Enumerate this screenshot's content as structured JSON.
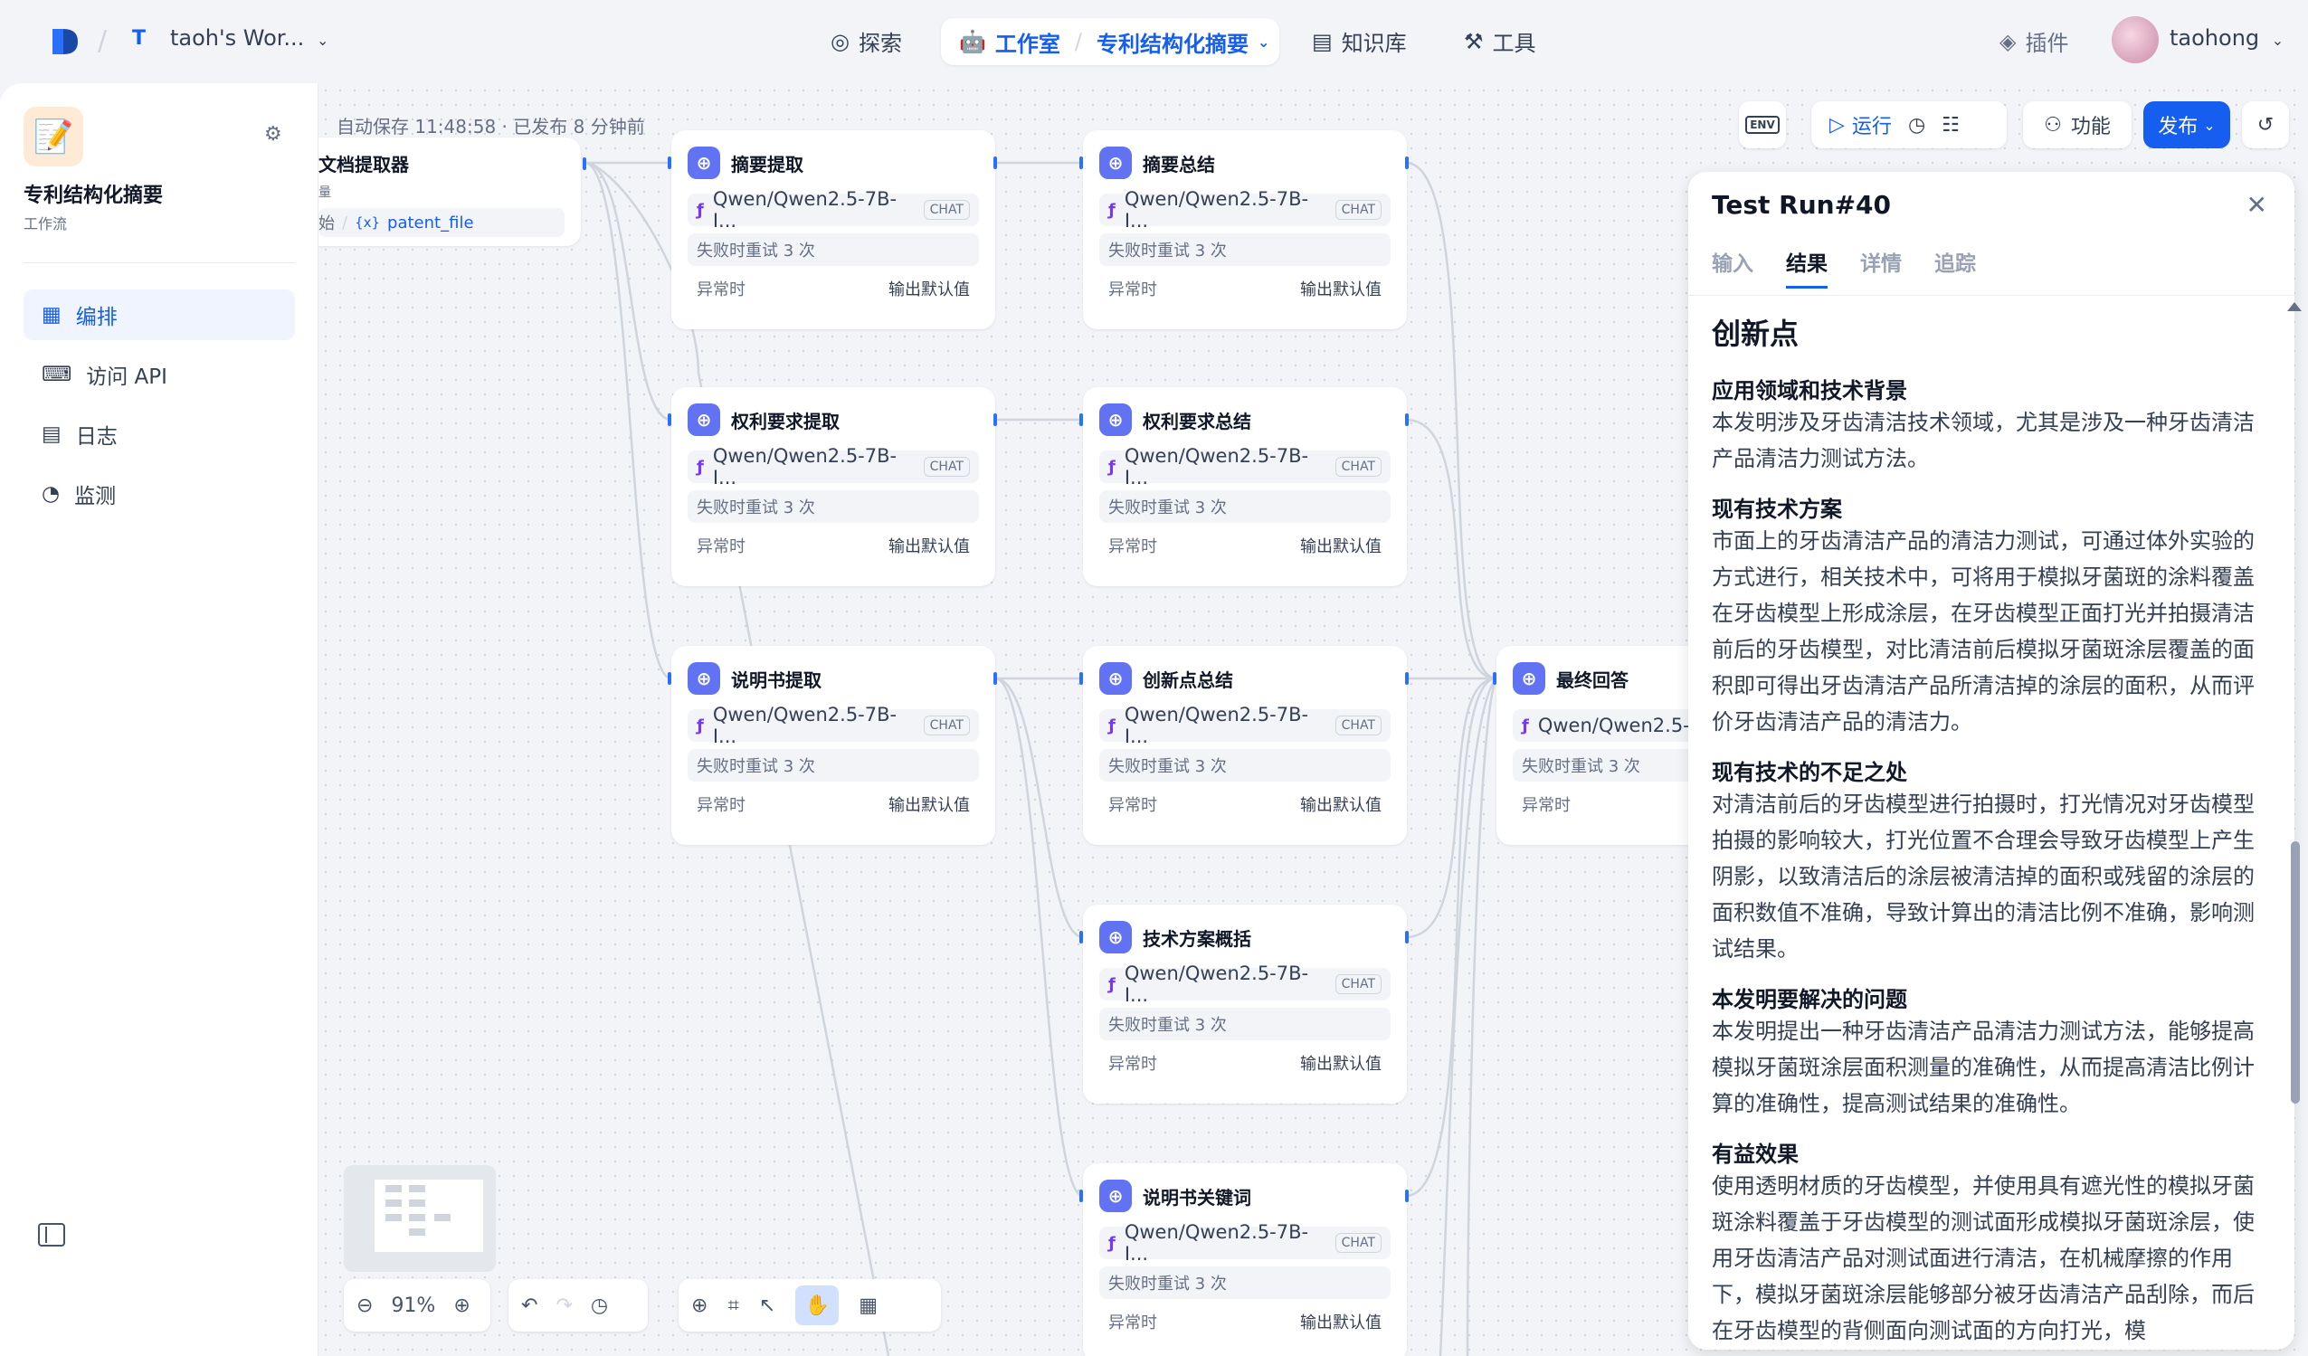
{
  "header": {
    "workspace_badge": "T",
    "workspace_name": "taoh's Wor...",
    "nav": {
      "explore": "探索",
      "studio": "工作室",
      "current_app": "专利结构化摘要",
      "knowledge": "知识库",
      "tools": "工具"
    },
    "plugins": "插件",
    "username": "taohong"
  },
  "sidebar": {
    "app_name": "专利结构化摘要",
    "app_type": "工作流",
    "items": [
      {
        "label": "编排",
        "icon": "layout-icon"
      },
      {
        "label": "访问 API",
        "icon": "terminal-icon"
      },
      {
        "label": "日志",
        "icon": "log-icon"
      },
      {
        "label": "监测",
        "icon": "gauge-icon"
      }
    ]
  },
  "canvas": {
    "autosave": "自动保存 11:48:58 · 已发布 8 分钟前",
    "extractor": {
      "title": "文档提取器",
      "sub": "量",
      "start_label": "始",
      "var_icon": "{x}",
      "var_name": "patent_file"
    },
    "node_model": "Qwen/Qwen2.5-7B-I...",
    "node_model_short": "Qwen/Qwen2.5-",
    "chat_tag": "CHAT",
    "retry": "失败时重试 3 次",
    "on_error": "异常时",
    "default_value": "输出默认值",
    "nodes": {
      "n1": "摘要提取",
      "n2": "摘要总结",
      "n3": "权利要求提取",
      "n4": "权利要求总结",
      "n5": "说明书提取",
      "n6": "创新点总结",
      "n7": "最终回答",
      "n8": "技术方案概括",
      "n9": "说明书关键词"
    }
  },
  "toolbar": {
    "env": "ENV",
    "run": "运行",
    "features": "功能",
    "publish": "发布"
  },
  "bottom": {
    "zoom": "91%"
  },
  "panel": {
    "title": "Test Run#40",
    "tabs": [
      "输入",
      "结果",
      "详情",
      "追踪"
    ],
    "heading": "创新点",
    "sections": [
      {
        "title": "应用领域和技术背景",
        "body": "本发明涉及牙齿清洁技术领域，尤其是涉及一种牙齿清洁产品清洁力测试方法。"
      },
      {
        "title": "现有技术方案",
        "body": "市面上的牙齿清洁产品的清洁力测试，可通过体外实验的方式进行，相关技术中，可将用于模拟牙菌斑的涂料覆盖在牙齿模型上形成涂层，在牙齿模型正面打光并拍摄清洁前后的牙齿模型，对比清洁前后模拟牙菌斑涂层覆盖的面积即可得出牙齿清洁产品所清洁掉的涂层的面积，从而评价牙齿清洁产品的清洁力。"
      },
      {
        "title": "现有技术的不足之处",
        "body": "对清洁前后的牙齿模型进行拍摄时，打光情况对牙齿模型拍摄的影响较大，打光位置不合理会导致牙齿模型上产生阴影，以致清洁后的涂层被清洁掉的面积或残留的涂层的面积数值不准确，导致计算出的清洁比例不准确，影响测试结果。"
      },
      {
        "title": "本发明要解决的问题",
        "body": "本发明提出一种牙齿清洁产品清洁力测试方法，能够提高模拟牙菌斑涂层面积测量的准确性，从而提高清洁比例计算的准确性，提高测试结果的准确性。"
      },
      {
        "title": "有益效果",
        "body": "使用透明材质的牙齿模型，并使用具有遮光性的模拟牙菌斑涂料覆盖于牙齿模型的测试面形成模拟牙菌斑涂层，使用牙齿清洁产品对测试面进行清洁，在机械摩擦的作用下，模拟牙菌斑涂层能够部分被牙齿清洁产品刮除，而后在牙齿模型的背侧面向测试面的方向打光，模"
      }
    ]
  },
  "colors": {
    "accent": "#155eef",
    "node_icon": "#6172f3",
    "active_bg": "#eff4ff"
  }
}
